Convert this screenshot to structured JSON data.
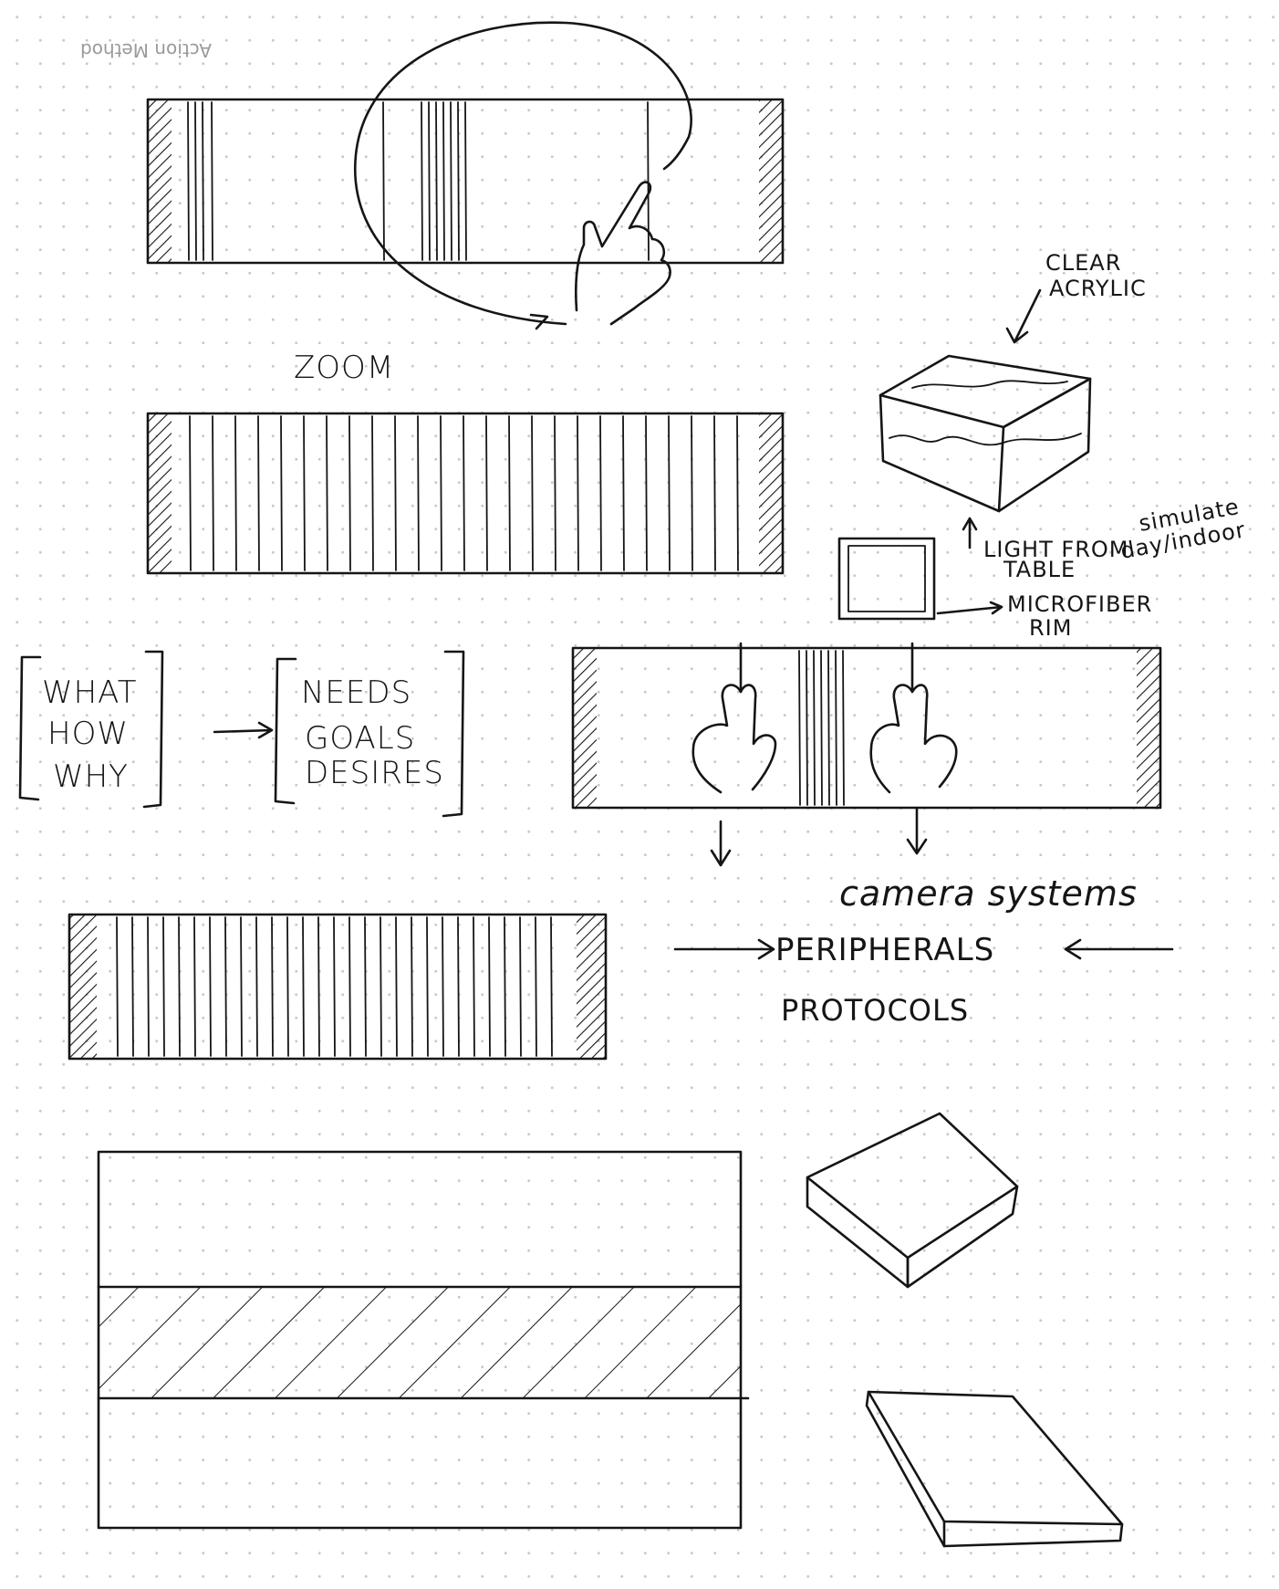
{
  "brand": "Action Method",
  "labels": {
    "zoom": "ZOOM",
    "clear": "CLEAR",
    "acrylic": "ACRYLIC",
    "light": "LIGHT FROM",
    "table": "TABLE",
    "simulate": "simulate",
    "day_indoor": "day/indoor",
    "microfiber": "MICROFIBER",
    "rim": "RIM",
    "camera": "camera systems",
    "peripherals": "PERIPHERALS",
    "protocols": "PROTOCOLS"
  },
  "bracket_left": [
    "WHAT",
    "HOW",
    "WHY"
  ],
  "bracket_right": [
    "NEEDS",
    "GOALS",
    "DESIRES"
  ]
}
